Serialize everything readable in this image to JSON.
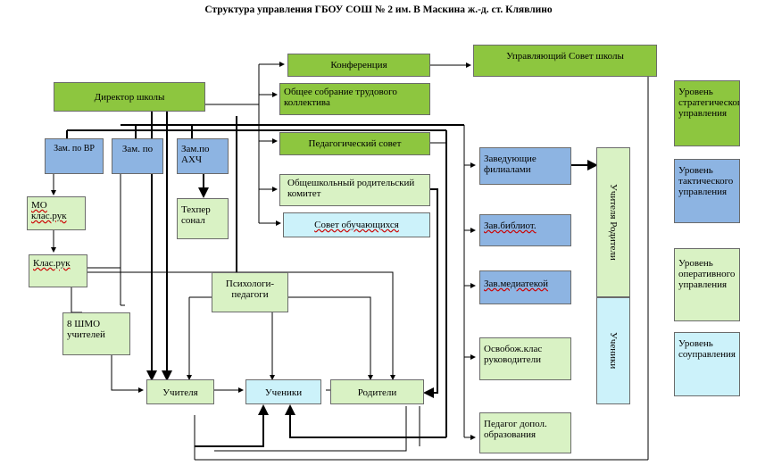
{
  "title": "Структура управления ГБОУ СОШ № 2 им. В Маскина ж.-д. ст. Клявлино",
  "nodes": {
    "director": "Директор школы",
    "conference": "Конференция",
    "council": "Управляющий Совет школы",
    "general_meeting": "Общее собрание трудового коллектива",
    "ped_council": "Педагогический совет",
    "parent_committee": "Общешкольный родительский комитет",
    "student_council": "Совет обучающихся",
    "deputy_vr": "Зам. по ВР",
    "deputy_po": "Зам. по",
    "deputy_ahch": "Зам.по АХЧ",
    "mo_klass": "МО клас.рук",
    "tech_staff": "Техпер сонал",
    "klass_ruk": "Клас.рук",
    "psychologists": "Психологи-педагоги",
    "shmo": "8 ШМО учителей",
    "teachers": "Учителя",
    "pupils": "Ученики",
    "parents": "Родители",
    "branch_heads": "Заведующие филиалами",
    "librarian": "Зав.библиот.",
    "media": "Зав.медиатекой",
    "free_klass": "Освобож.клас руководители",
    "add_edu": "Педагог допол. образования",
    "col_top": "Учителя  Родители",
    "col_bottom": "Ученики"
  },
  "legend": [
    "Уровень стратегического управления",
    "Уровень тактического управления",
    "Уровень оперативного управления",
    "Уровень соуправления"
  ]
}
